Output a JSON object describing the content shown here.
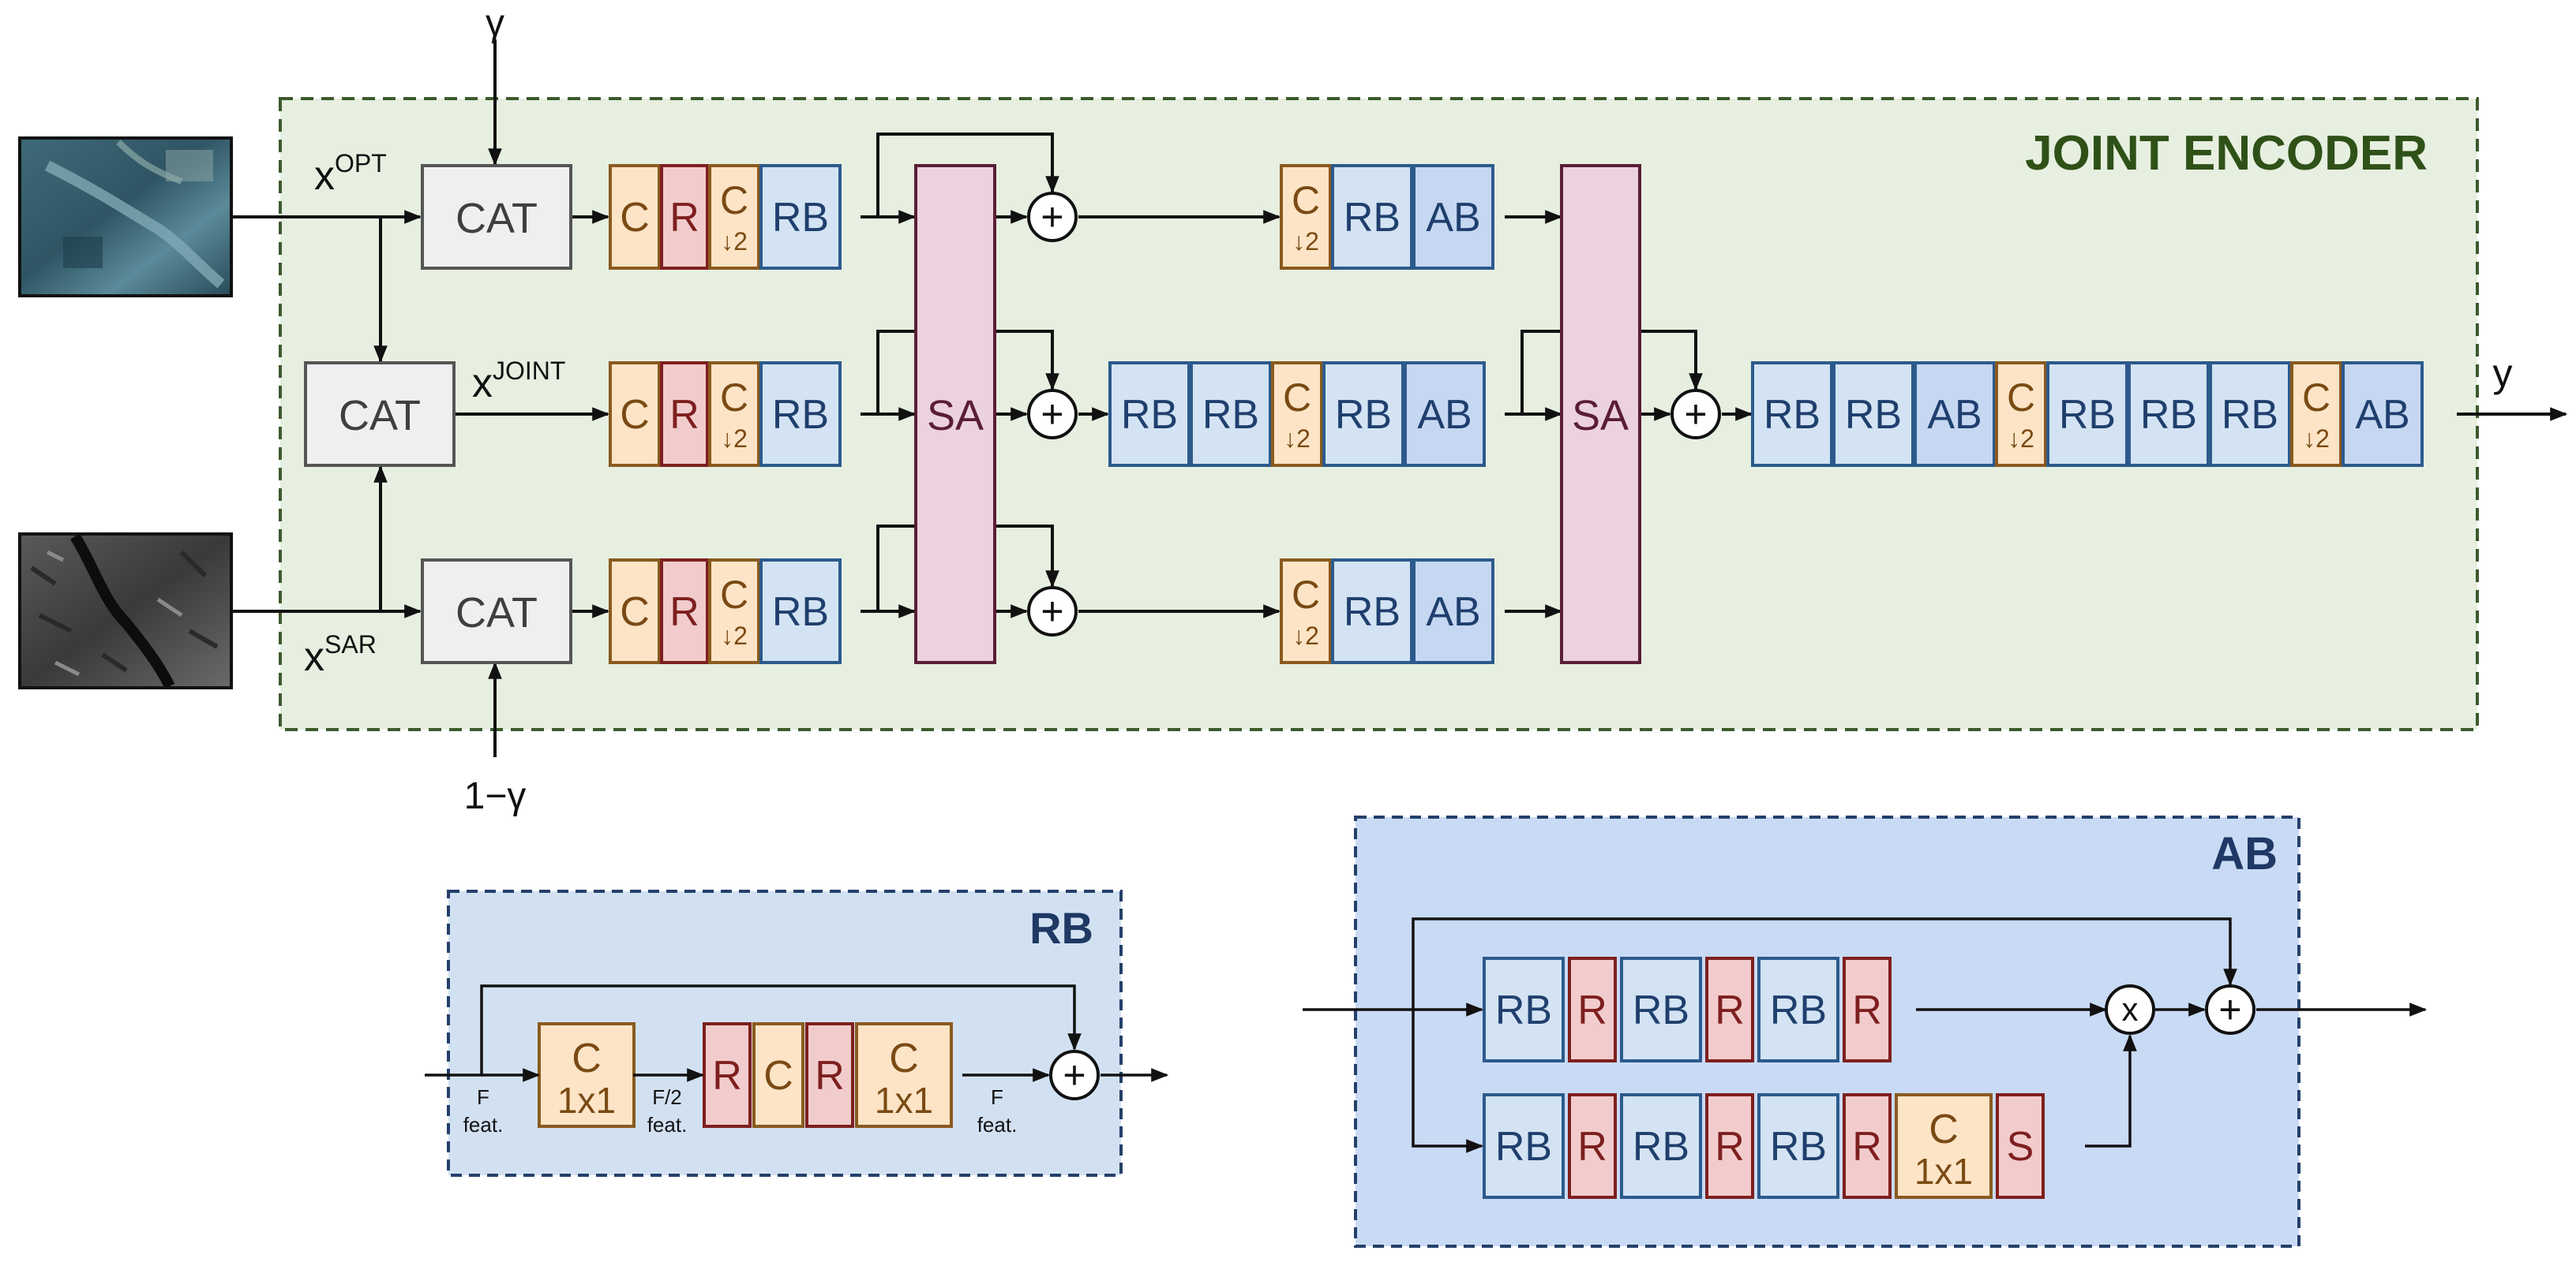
{
  "colors": {
    "encoder_fill": "#e6efe0",
    "encoder_border": "#3c5a2e",
    "encoder_title": "#2f5118",
    "rb_panel_fill": "#d2e1f2",
    "ab_panel_fill": "#c9daf5",
    "panel_border": "#24406a",
    "panel_title": "#1f3864",
    "conv_fill": "#fde4c6",
    "conv_stroke": "#8a5a1e",
    "conv_text": "#7a4a14",
    "relu_fill": "#f2cccc",
    "relu_stroke": "#7e1f1f",
    "relu_text": "#7e1f1f",
    "rb_fill": "#d3e3f3",
    "rb_stroke": "#2c5a8c",
    "rb_text": "#1f3f6e",
    "ab_fill": "#c6d7f2",
    "ab_stroke": "#2c5a8c",
    "sa_fill": "#ecd1df",
    "sa_stroke": "#5a1e36",
    "sa_text": "#5a1e36",
    "cat_fill": "#efefef",
    "cat_stroke": "#555555",
    "cat_text": "#3f3f3f",
    "sig_fill": "#f2cccc",
    "line": "#111111"
  },
  "labels": {
    "encoder_title": "JOINT ENCODER",
    "rb_panel_title": "RB",
    "ab_panel_title": "AB",
    "gamma_top": "γ",
    "gamma_bottom": "1−γ",
    "x_opt_base": "x",
    "x_opt_sup": "OPT",
    "x_joint_base": "x",
    "x_joint_sup": "JOINT",
    "x_sar_base": "x",
    "x_sar_sup": "SAR",
    "output": "y",
    "plus": "+",
    "times": "x",
    "cat": "CAT",
    "conv": "C",
    "conv_down": "↓2",
    "conv_1x1": "1x1",
    "relu": "R",
    "rb": "RB",
    "ab": "AB",
    "sa": "SA",
    "sigmoid": "S",
    "feat_f": "F",
    "feat_half": "F/2",
    "feat_word": "feat."
  },
  "images": {
    "optical": "optical-image",
    "sar": "sar-image"
  }
}
